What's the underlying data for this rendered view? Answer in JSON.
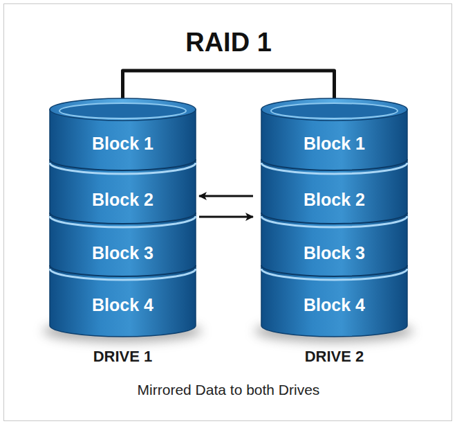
{
  "diagram": {
    "title": "RAID 1",
    "caption": "Mirrored Data to both Drives",
    "nodes": [
      {
        "text": [
          "DRIVE 1"
        ]
      },
      {
        "text": [
          "Block 1"
        ],
        "in": 0
      },
      {
        "text": [
          "Block 2"
        ],
        "in": 0
      },
      {
        "text": [
          "Block 3"
        ],
        "in": 0
      },
      {
        "text": [
          "Block 4"
        ],
        "in": 0
      },
      {
        "text": [
          "DRIVE 2"
        ]
      },
      {
        "text": [
          "Block 1"
        ],
        "in": 5
      },
      {
        "text": [
          "Block 2"
        ],
        "in": 5
      },
      {
        "text": [
          "Block 3"
        ],
        "in": 5
      },
      {
        "text": [
          "Block 4"
        ],
        "in": 5
      }
    ],
    "edges": [
      {
        "from": 0,
        "to": 5,
        "arrow": "none"
      },
      {
        "from": 5,
        "to": 0,
        "arrow": "to"
      },
      {
        "from": 0,
        "to": 5,
        "arrow": "to"
      }
    ]
  }
}
